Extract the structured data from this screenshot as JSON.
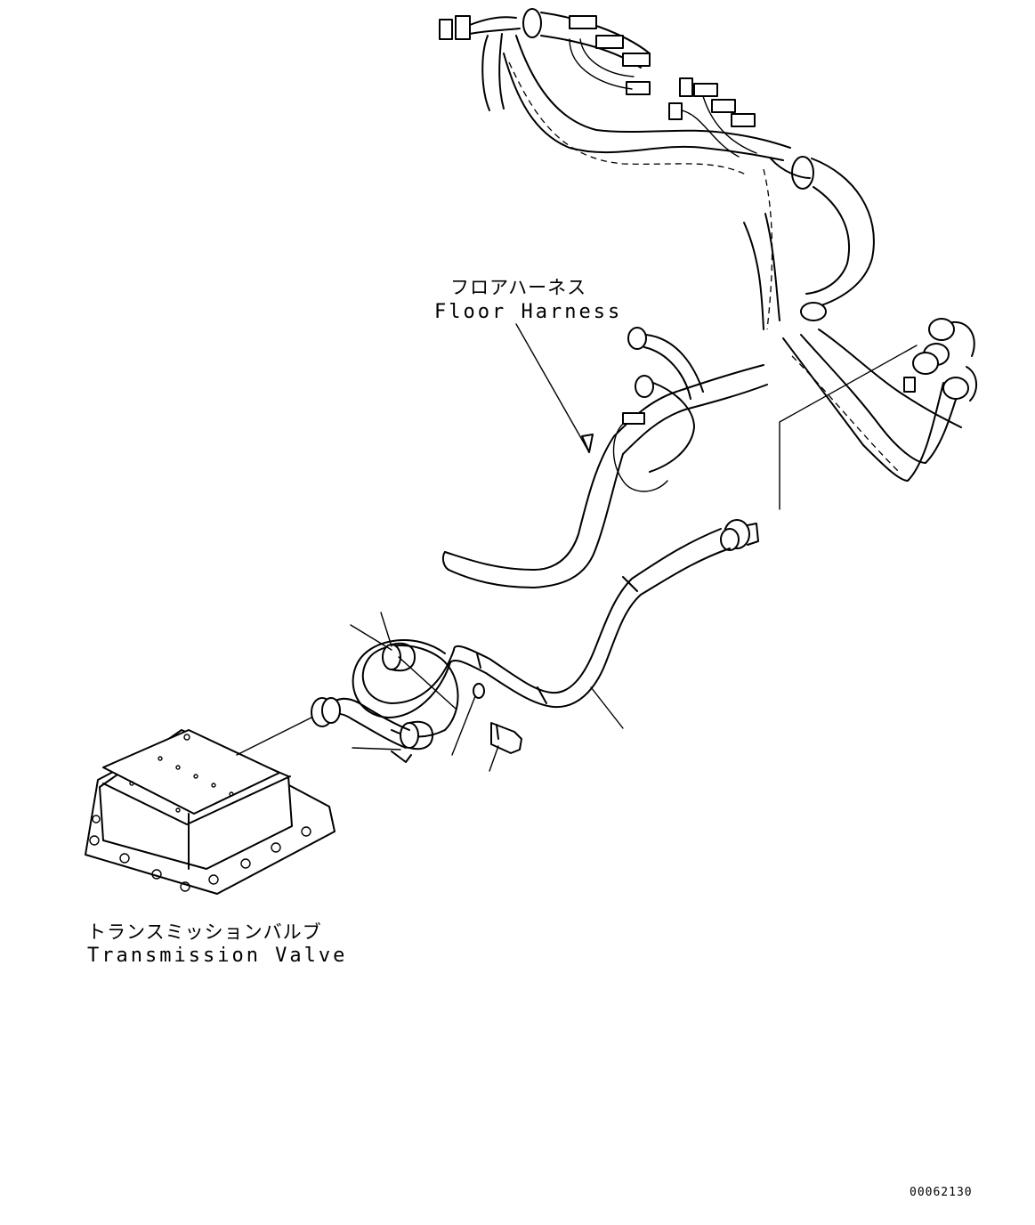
{
  "labels": {
    "floor_harness_jp": "フロアハーネス",
    "floor_harness_en": "Floor Harness",
    "transmission_valve_jp": "トランスミッションバルブ",
    "transmission_valve_en": "Transmission Valve",
    "drawing_number": "00062130"
  }
}
